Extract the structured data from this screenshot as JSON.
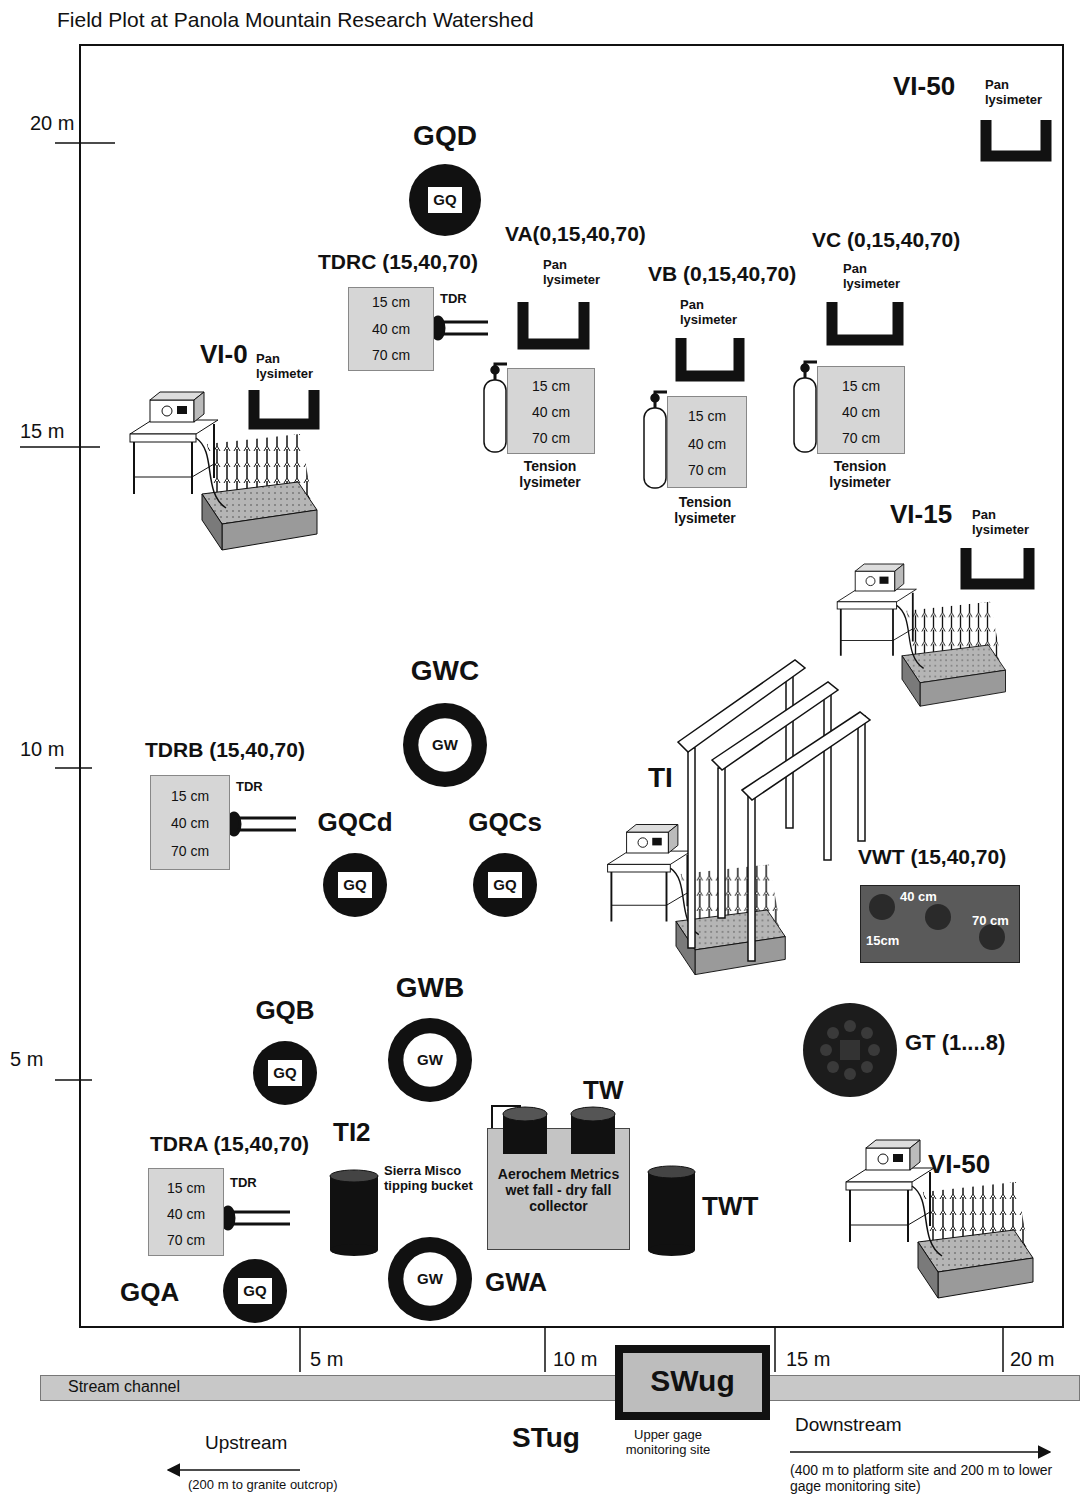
{
  "diagram": {
    "title": "Field Plot at Panola Mountain Research Watershed",
    "nodes": [
      {
        "text": [
          "GQD",
          "GQ"
        ]
      },
      {
        "text": [
          "TDRC (15,40,70)",
          "15 cm",
          "40 cm",
          "70 cm",
          "TDR"
        ]
      },
      {
        "text": [
          "VA(0,15,40,70)",
          "Pan lysimeter"
        ]
      },
      {
        "text": [
          "15 cm",
          "40 cm",
          "70 cm",
          "Tension lysimeter"
        ]
      },
      {
        "text": [
          "VB (0,15,40,70)",
          "Pan lysimeter"
        ]
      },
      {
        "text": [
          "15 cm",
          "40 cm",
          "70 cm",
          "Tension lysimeter"
        ]
      },
      {
        "text": [
          "VC (0,15,40,70)",
          "Pan lysimeter"
        ]
      },
      {
        "text": [
          "15 cm",
          "40 cm",
          "70 cm",
          "Tension lysimeter"
        ]
      },
      {
        "text": [
          "VI-50",
          "Pan lysimeter"
        ]
      },
      {
        "text": [
          "VI-0",
          "Pan lysimeter"
        ]
      },
      {
        "text": [
          "VI-15",
          "Pan lysimeter"
        ]
      },
      {
        "text": [
          "GWC",
          "GW"
        ]
      },
      {
        "text": [
          "TDRB (15,40,70)",
          "15 cm",
          "40 cm",
          "70 cm",
          "TDR"
        ]
      },
      {
        "text": [
          "GQCd",
          "GQ"
        ]
      },
      {
        "text": [
          "GQCs",
          "GQ"
        ]
      },
      {
        "text": [
          "VWT (15,40,70)",
          "40 cm",
          "70 cm",
          "15cm"
        ]
      },
      {
        "text": [
          "GT (1....8)"
        ]
      },
      {
        "text": [
          "GQB",
          "GQ"
        ]
      },
      {
        "text": [
          "GWB",
          "GW"
        ]
      },
      {
        "text": [
          "TDRA (15,40,70)",
          "15 cm",
          "40 cm",
          "70 cm",
          "TDR"
        ]
      },
      {
        "text": [
          "TI2",
          "Sierra Misco tipping bucket"
        ]
      },
      {
        "text": [
          "TW",
          "Aerochem Metrics wet fall - dry fall collector"
        ]
      },
      {
        "text": [
          "TWT"
        ]
      },
      {
        "text": [
          "GQA",
          "GQ"
        ]
      },
      {
        "text": [
          "GWA",
          "GW"
        ]
      },
      {
        "text": [
          "Stream channel"
        ]
      },
      {
        "text": [
          "SWug"
        ],
        "in": 25
      }
    ],
    "labels": [
      "20 m",
      "15 m",
      "10 m",
      "5 m",
      "5 m",
      "10 m",
      "15 m",
      "20 m",
      "TI",
      "VI-50",
      "STug",
      "Upper gage monitoring site",
      "Upstream",
      "(200 m to granite outcrop)",
      "Downstream",
      "(400 m to platform site and 200 m to lower gage monitoring site)"
    ]
  }
}
